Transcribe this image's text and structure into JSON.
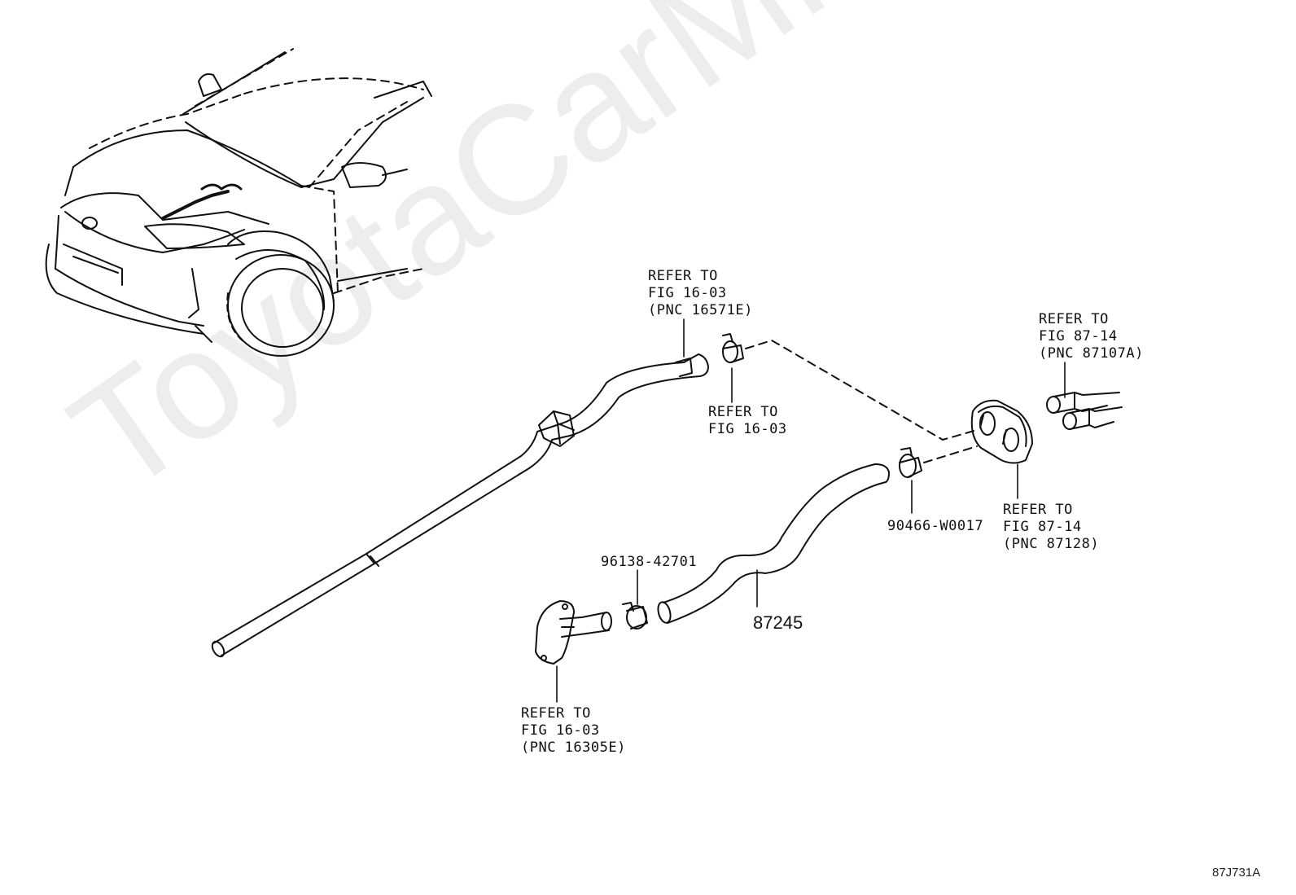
{
  "watermark": "ToyotaCarMine.ru",
  "diagram_code": "87J731A",
  "labels": {
    "refer_hose_top": "REFER TO\nFIG 16-03\n(PNC 16571E)",
    "refer_clamp_top": "REFER TO\nFIG 16-03",
    "refer_right_top": "REFER TO\nFIG 87-14\n(PNC 87107A)",
    "refer_grommet": "REFER TO\nFIG 87-14\n(PNC 87128)",
    "refer_outlet": "REFER TO\nFIG 16-03\n(PNC 16305E)"
  },
  "part_numbers": {
    "clamp_right": "90466-W0017",
    "clamp_left": "96138-42701",
    "hose": "87245"
  },
  "colors": {
    "line": "#111111",
    "watermark": "#d8d8d8"
  }
}
